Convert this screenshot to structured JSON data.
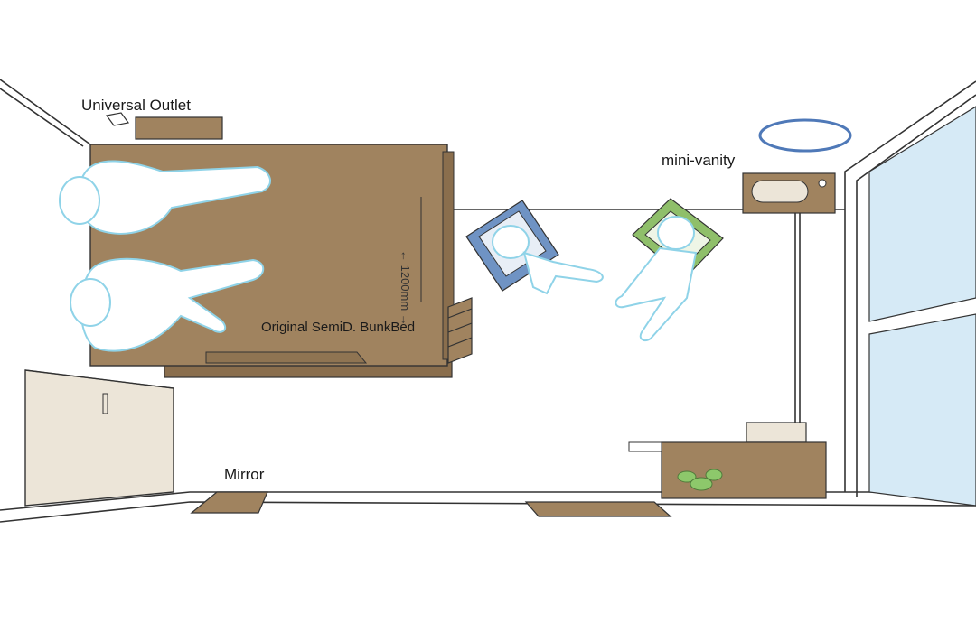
{
  "labels": {
    "universal_outlet": "Universal Outlet",
    "mini_vanity": "mini-vanity",
    "bunk_bed": "Original SemiD. BunkBed",
    "mirror": "Mirror",
    "bed_width": "← 1200mm →"
  },
  "colors": {
    "bed": "#a0835f",
    "bed_side": "#8a6e4d",
    "outline": "#333333",
    "figure_stroke": "#8fd3e8",
    "figure_fill": "#ffffff",
    "chair_blue": "#6f93c4",
    "chair_green": "#8fbf6a",
    "cabinet": "#ece5d8",
    "window": "#d6eaf6",
    "mirror_ring": "#4f79b8",
    "plant": "#8dc86b"
  }
}
